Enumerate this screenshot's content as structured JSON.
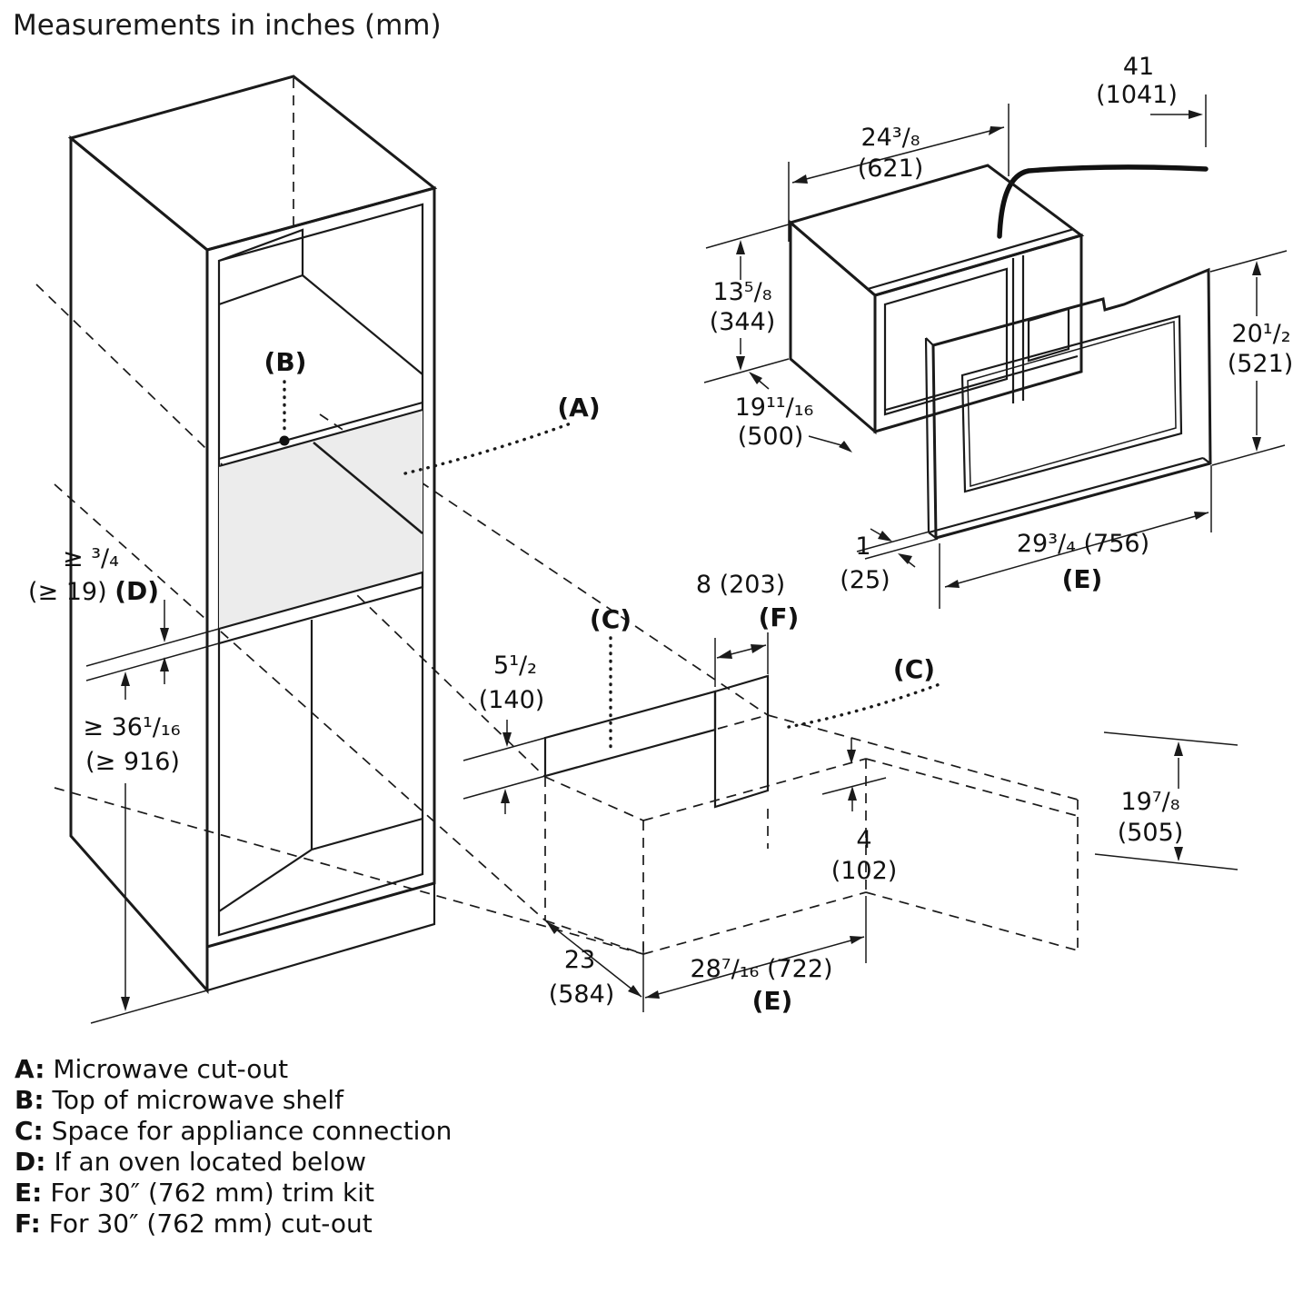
{
  "title": "Measurements in inches (mm)",
  "legend": [
    {
      "key": "A:",
      "desc": "Microwave cut-out"
    },
    {
      "key": "B:",
      "desc": "Top of microwave shelf"
    },
    {
      "key": "C:",
      "desc": "Space for appliance connection"
    },
    {
      "key": "D:",
      "desc": "If an oven located below"
    },
    {
      "key": "E:",
      "desc": "For 30″ (762 mm) trim kit"
    },
    {
      "key": "F:",
      "desc": "For 30″ (762 mm) cut-out"
    }
  ],
  "labels": {
    "a": "(A)",
    "b": "(B)",
    "c_left": "(C)",
    "c_right": "(C)",
    "e_trim": "(E)",
    "e_cutout": "(E)",
    "f": "(F)",
    "d": "(D)"
  },
  "dims": {
    "cord_in": "41",
    "cord_mm": "(1041)",
    "mw_width_in": "24³/₈",
    "mw_width_mm": "(621)",
    "mw_height_in": "13⁵/₈",
    "mw_height_mm": "(344)",
    "mw_depth_in": "19¹¹/₁₆",
    "mw_depth_mm": "(500)",
    "trim_height_in": "20¹/₂",
    "trim_height_mm": "(521)",
    "trim_thick_in": "1",
    "trim_thick_mm": "(25)",
    "trim_width": "29³/₄ (756)",
    "shelf_min_in": "≥ ³/₄",
    "shelf_min_mm": "(≥ 19) ",
    "below_min_in": "≥ 36¹/₁₆",
    "below_min_mm": "(≥ 916)",
    "conn_in": "5¹/₂",
    "conn_mm": "(140)",
    "fcut": "8 (203)",
    "gap_in": "4",
    "gap_mm": "(102)",
    "cut_depth_in": "19⁷/₈",
    "cut_depth_mm": "(505)",
    "depth23_in": "23",
    "depth23_mm": "(584)",
    "cut_width": "28⁷/₁₆ (722)"
  }
}
